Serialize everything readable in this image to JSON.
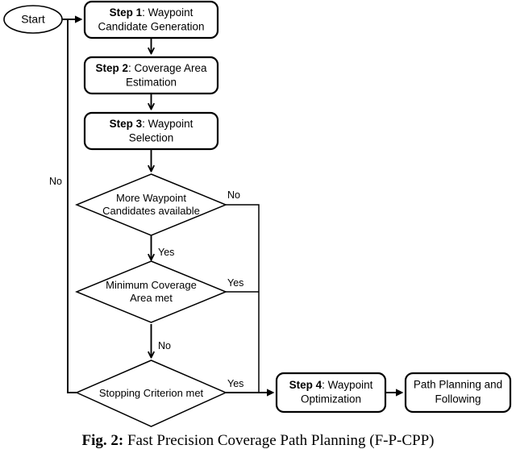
{
  "figure": {
    "type": "flowchart",
    "caption_prefix": "Fig. 2:",
    "caption_text": "Fast Precision Coverage Path Planning (F-P-CPP)"
  },
  "nodes": {
    "start": {
      "label": "Start",
      "shape": "ellipse"
    },
    "step1": {
      "bold": "Step 1",
      "rest": ": Waypoint",
      "line2": "Candidate Generation",
      "shape": "rounded-rect"
    },
    "step2": {
      "bold": "Step 2",
      "rest": ": Coverage Area",
      "line2": "Estimation",
      "shape": "rounded-rect"
    },
    "step3": {
      "bold": "Step 3",
      "rest": ": Waypoint",
      "line2": "Selection",
      "shape": "rounded-rect"
    },
    "decision1": {
      "line1": "More Waypoint",
      "line2": "Candidates available",
      "shape": "diamond"
    },
    "decision2": {
      "line1": "Minimum Coverage",
      "line2": "Area met",
      "shape": "diamond"
    },
    "decision3": {
      "line1": "Stopping Criterion met",
      "line2": "",
      "shape": "diamond"
    },
    "step4": {
      "bold": "Step 4",
      "rest": ": Waypoint",
      "line2": "Optimization",
      "shape": "rounded-rect"
    },
    "final": {
      "line1": "Path Planning and",
      "line2": "Following",
      "shape": "rounded-rect"
    }
  },
  "edge_labels": {
    "loop_back_no": "No",
    "decision1_no": "No",
    "decision1_yes": "Yes",
    "decision2_yes": "Yes",
    "decision2_no": "No",
    "decision3_yes": "Yes"
  },
  "colors": {
    "stroke": "#000000",
    "fill": "#ffffff",
    "background": "#ffffff"
  }
}
